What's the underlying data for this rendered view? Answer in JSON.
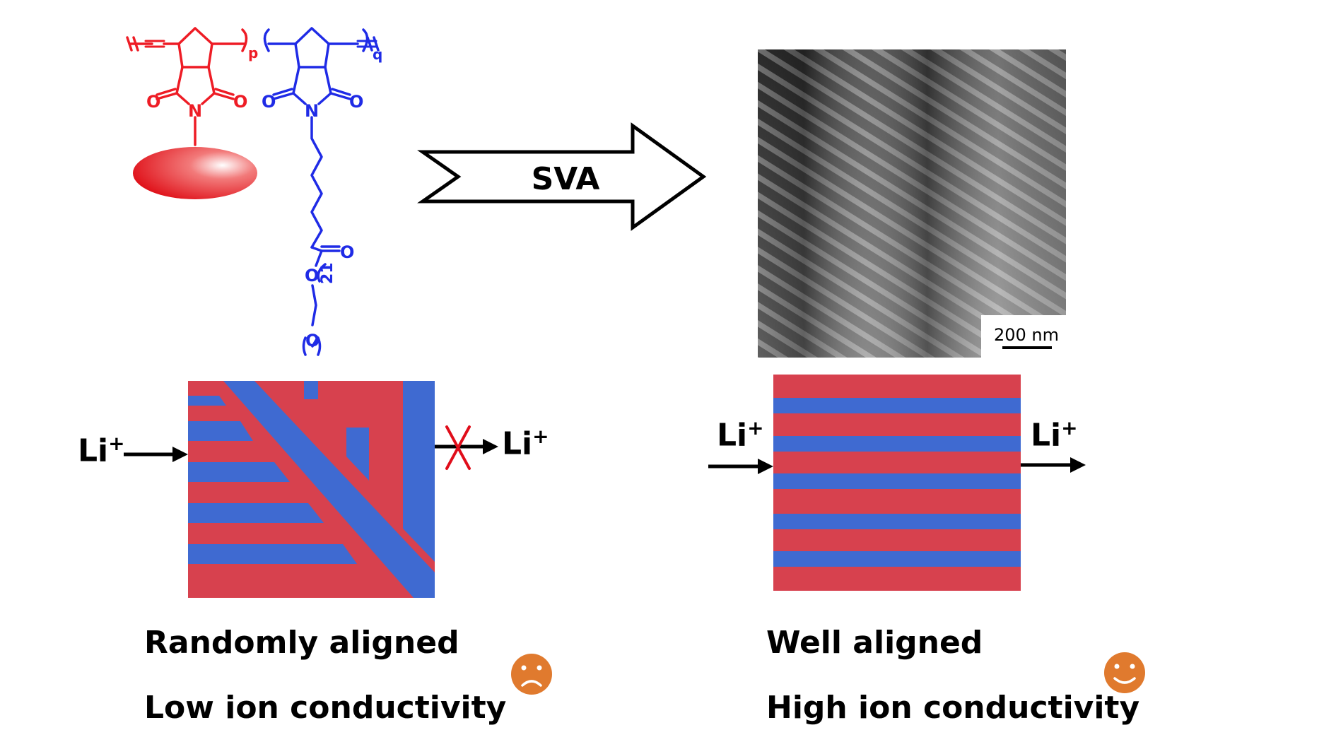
{
  "colors": {
    "red": "#d7414e",
    "blue": "#3f6ad1",
    "chem_red": "#ee1c25",
    "chem_blue": "#1f2be6",
    "face": "#e07a2e",
    "black": "#000000"
  },
  "polymer": {
    "sub_p": "p",
    "sub_q": "q",
    "atom_O": "O",
    "atom_N": "N",
    "repeat_n": "21"
  },
  "process": {
    "label": "SVA"
  },
  "tem": {
    "scale_bar": "200 nm"
  },
  "left_panel": {
    "ion_in": "Li",
    "ion_out": "Li",
    "charge": "+",
    "caption_line1": "Randomly aligned",
    "caption_line2": "Low ion conductivity",
    "face": "sad-face"
  },
  "right_panel": {
    "ion_in": "Li",
    "ion_out": "Li",
    "charge": "+",
    "caption_line1": "Well aligned",
    "caption_line2": "High ion conductivity",
    "face": "happy-face"
  }
}
